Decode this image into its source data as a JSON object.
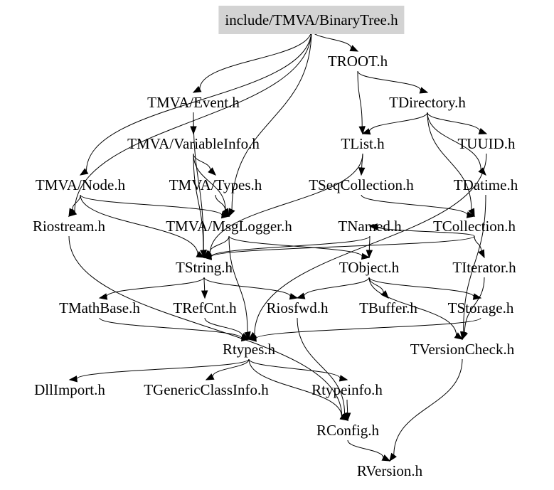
{
  "graph": {
    "root": "include/TMVA/BinaryTree.h",
    "root_fill": "#d3d3d3",
    "edge_color": "#000000",
    "nodes": [
      {
        "id": "binarytree",
        "label": "include/TMVA/BinaryTree.h"
      },
      {
        "id": "troot",
        "label": "TROOT.h"
      },
      {
        "id": "event",
        "label": "TMVA/Event.h"
      },
      {
        "id": "tdirectory",
        "label": "TDirectory.h"
      },
      {
        "id": "variableinfo",
        "label": "TMVA/VariableInfo.h"
      },
      {
        "id": "tlist",
        "label": "TList.h"
      },
      {
        "id": "tuuid",
        "label": "TUUID.h"
      },
      {
        "id": "node",
        "label": "TMVA/Node.h"
      },
      {
        "id": "types",
        "label": "TMVA/Types.h"
      },
      {
        "id": "tseqcollection",
        "label": "TSeqCollection.h"
      },
      {
        "id": "tdatime",
        "label": "TDatime.h"
      },
      {
        "id": "riostream",
        "label": "Riostream.h"
      },
      {
        "id": "msglogger",
        "label": "TMVA/MsgLogger.h"
      },
      {
        "id": "tnamed",
        "label": "TNamed.h"
      },
      {
        "id": "tcollection",
        "label": "TCollection.h"
      },
      {
        "id": "tstring",
        "label": "TString.h"
      },
      {
        "id": "tobject",
        "label": "TObject.h"
      },
      {
        "id": "titerator",
        "label": "TIterator.h"
      },
      {
        "id": "tmathbase",
        "label": "TMathBase.h"
      },
      {
        "id": "trefcnt",
        "label": "TRefCnt.h"
      },
      {
        "id": "riosfwd",
        "label": "Riosfwd.h"
      },
      {
        "id": "tbuffer",
        "label": "TBuffer.h"
      },
      {
        "id": "tstorage",
        "label": "TStorage.h"
      },
      {
        "id": "rtypes",
        "label": "Rtypes.h"
      },
      {
        "id": "tversioncheck",
        "label": "TVersionCheck.h"
      },
      {
        "id": "dllimport",
        "label": "DllImport.h"
      },
      {
        "id": "tgenericclassinfo",
        "label": "TGenericClassInfo.h"
      },
      {
        "id": "rtypeinfo",
        "label": "Rtypeinfo.h"
      },
      {
        "id": "rconfig",
        "label": "RConfig.h"
      },
      {
        "id": "rversion",
        "label": "RVersion.h"
      }
    ],
    "edges": [
      [
        "binarytree",
        "troot"
      ],
      [
        "binarytree",
        "event"
      ],
      [
        "binarytree",
        "node"
      ],
      [
        "binarytree",
        "riostream"
      ],
      [
        "binarytree",
        "msglogger"
      ],
      [
        "troot",
        "tdirectory"
      ],
      [
        "troot",
        "tlist"
      ],
      [
        "tdirectory",
        "tlist"
      ],
      [
        "tdirectory",
        "tuuid"
      ],
      [
        "tdirectory",
        "tdatime"
      ],
      [
        "tdirectory",
        "tcollection"
      ],
      [
        "event",
        "variableinfo"
      ],
      [
        "event",
        "tstring"
      ],
      [
        "variableinfo",
        "types"
      ],
      [
        "variableinfo",
        "msglogger"
      ],
      [
        "variableinfo",
        "tstring"
      ],
      [
        "tlist",
        "tseqcollection"
      ],
      [
        "tlist",
        "tstring"
      ],
      [
        "node",
        "riostream"
      ],
      [
        "node",
        "msglogger"
      ],
      [
        "node",
        "tstring"
      ],
      [
        "types",
        "msglogger"
      ],
      [
        "tseqcollection",
        "tcollection"
      ],
      [
        "tuuid",
        "rtypes"
      ],
      [
        "tdatime",
        "tversioncheck"
      ],
      [
        "msglogger",
        "tobject"
      ],
      [
        "msglogger",
        "tstring"
      ],
      [
        "msglogger",
        "rtypes"
      ],
      [
        "tcollection",
        "tnamed"
      ],
      [
        "tcollection",
        "titerator"
      ],
      [
        "tcollection",
        "tstring"
      ],
      [
        "tnamed",
        "tstring"
      ],
      [
        "tnamed",
        "tobject"
      ],
      [
        "tstring",
        "tmathbase"
      ],
      [
        "tstring",
        "trefcnt"
      ],
      [
        "tstring",
        "riosfwd"
      ],
      [
        "tobject",
        "riosfwd"
      ],
      [
        "tobject",
        "tbuffer"
      ],
      [
        "tobject",
        "tstorage"
      ],
      [
        "tobject",
        "tversioncheck"
      ],
      [
        "titerator",
        "tversioncheck"
      ],
      [
        "tmathbase",
        "rtypes"
      ],
      [
        "trefcnt",
        "rtypes"
      ],
      [
        "tstorage",
        "rtypes"
      ],
      [
        "riosfwd",
        "rconfig"
      ],
      [
        "tversioncheck",
        "rversion"
      ],
      [
        "rtypes",
        "dllimport"
      ],
      [
        "rtypes",
        "tgenericclassinfo"
      ],
      [
        "rtypes",
        "rtypeinfo"
      ],
      [
        "rtypes",
        "rconfig"
      ],
      [
        "riostream",
        "rconfig"
      ],
      [
        "rtypeinfo",
        "rconfig"
      ],
      [
        "rconfig",
        "rversion"
      ]
    ]
  }
}
